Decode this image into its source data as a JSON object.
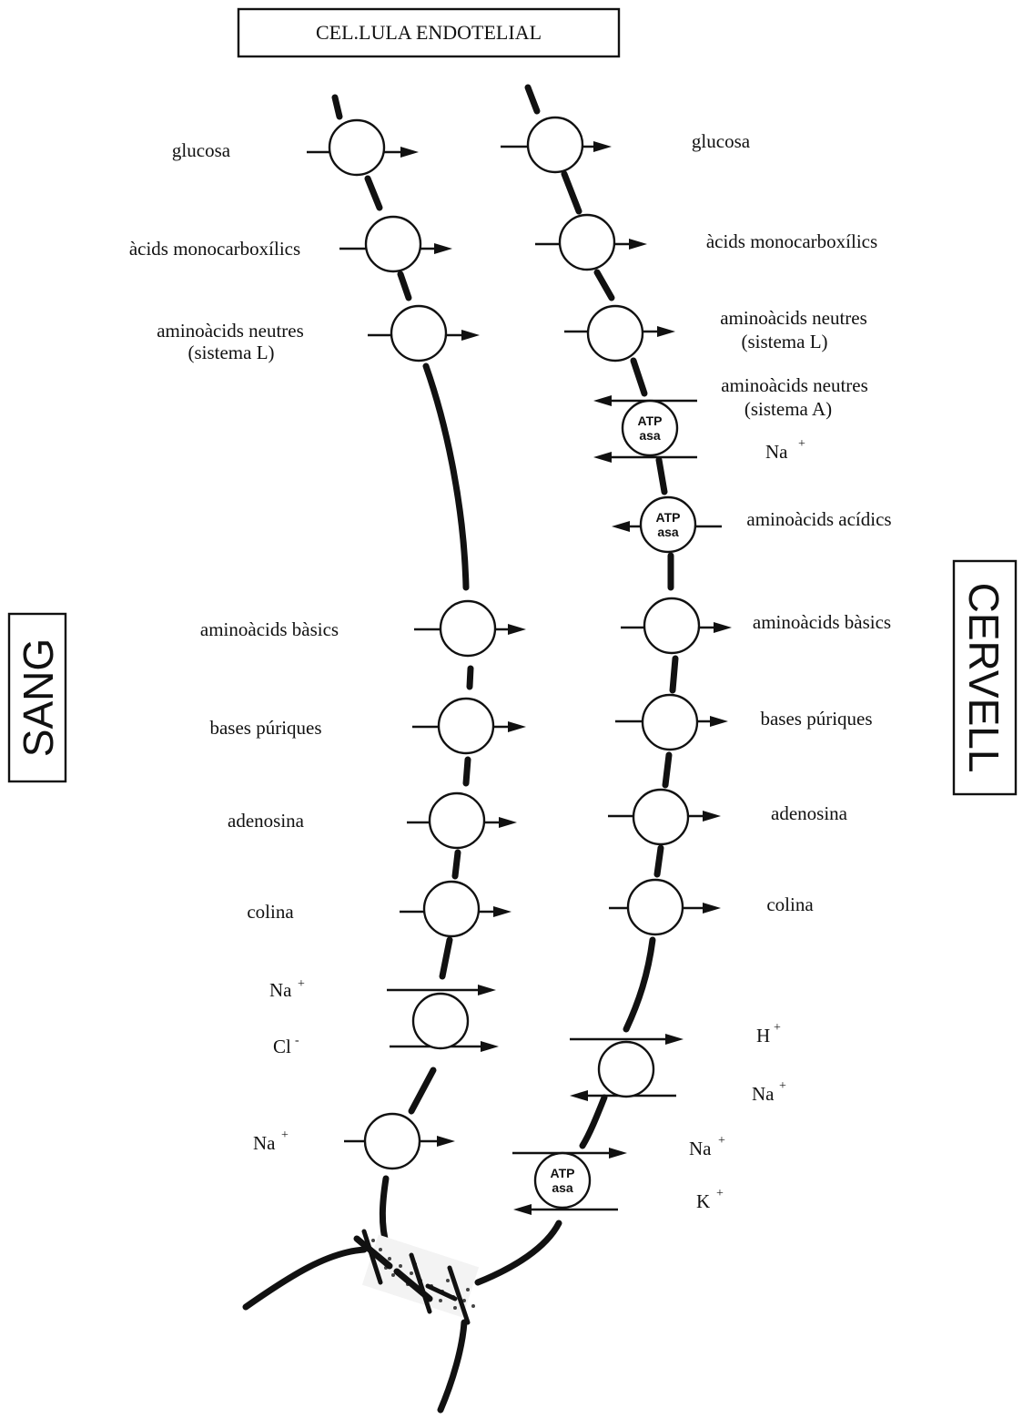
{
  "title": "CEL.LULA ENDOTELIAL",
  "side_left": "SANG",
  "side_right": "CERVELL",
  "atp_top": "ATP",
  "atp_bottom": "asa",
  "left": {
    "glucosa": "glucosa",
    "monocarbox": "àcids monocarboxílics",
    "neutres_l1": "aminoàcids neutres",
    "neutres_l2": "(sistema L)",
    "basics": "aminoàcids bàsics",
    "puriques": "bases púriques",
    "adenosina": "adenosina",
    "colina": "colina",
    "na1": "Na",
    "na1_sup": "+",
    "cl": "Cl",
    "cl_sup": "-",
    "na2": "Na",
    "na2_sup": "+"
  },
  "right": {
    "glucosa": "glucosa",
    "monocarbox": "àcids monocarboxílics",
    "neutres_l1": "aminoàcids neutres",
    "neutres_l2": "(sistema L)",
    "neutresA_l1": "aminoàcids neutres",
    "neutresA_l2": "(sistema A)",
    "naA": "Na",
    "naA_sup": "+",
    "acidics": "aminoàcids acídics",
    "basics": "aminoàcids bàsics",
    "puriques": "bases púriques",
    "adenosina": "adenosina",
    "colina": "colina",
    "h": "H",
    "h_sup": "+",
    "naH": "Na",
    "naH_sup": "+",
    "naK": "Na",
    "naK_sup": "+",
    "k": "K",
    "k_sup": "+"
  }
}
